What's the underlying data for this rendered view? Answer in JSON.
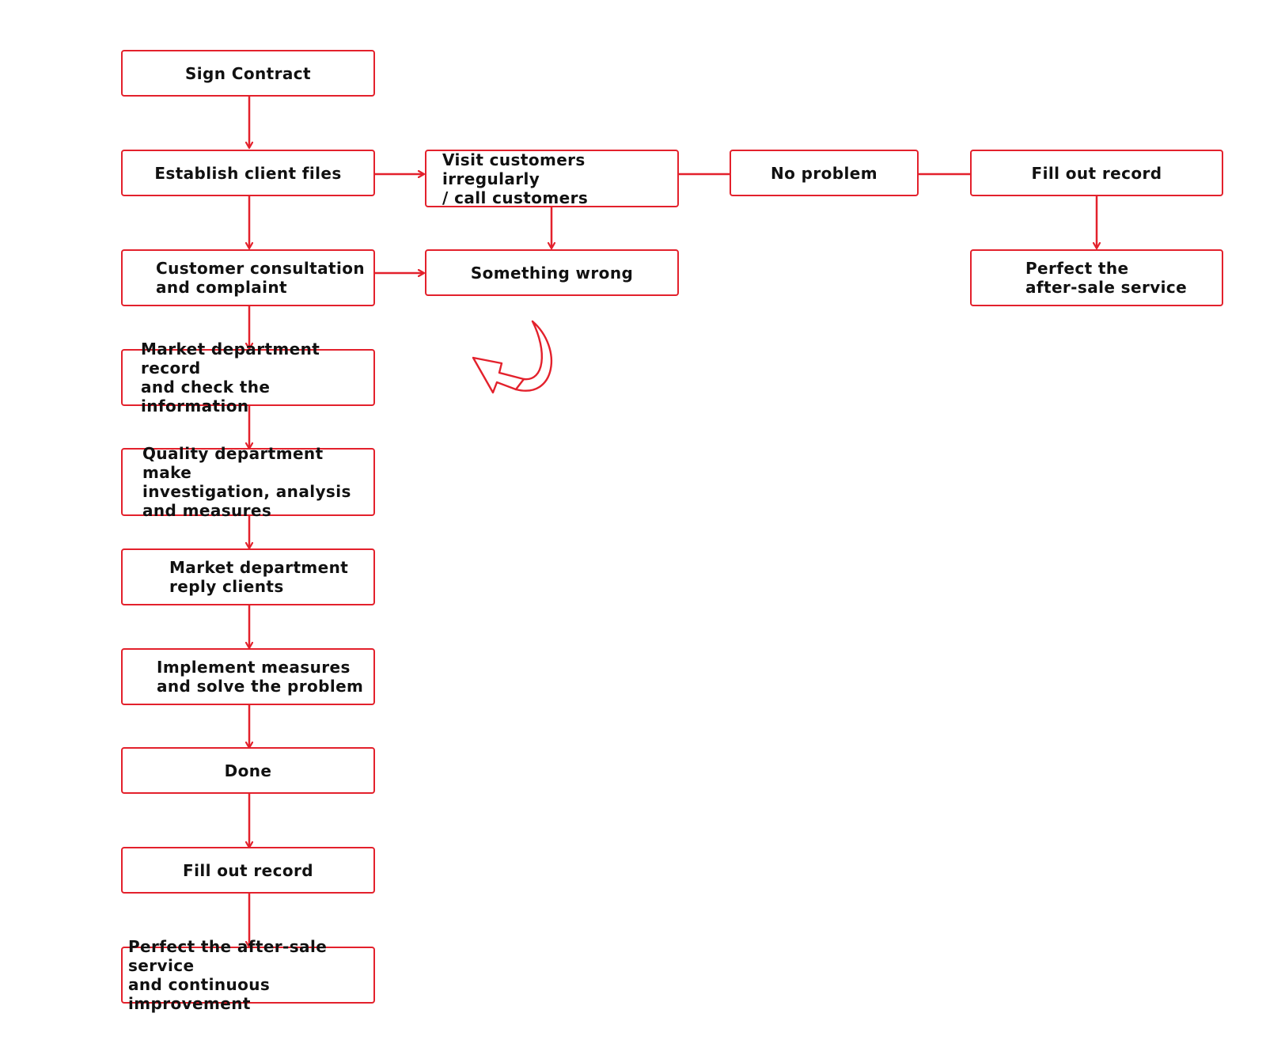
{
  "colors": {
    "accent": "#e3212c",
    "text": "#111111",
    "background": "#ffffff"
  },
  "nodes": {
    "sign_contract": "Sign Contract",
    "establish_client_files": "Establish client files",
    "customer_consultation": "Customer consultation\nand complaint",
    "market_record": "Market department record\nand check the information",
    "quality_investigation": "Quality department make\ninvestigation, analysis\nand measures",
    "market_reply": "Market department\nreply clients",
    "implement_measures": "Implement measures\nand solve the problem",
    "done": "Done",
    "fill_out_record_main": "Fill out record",
    "perfect_improvement": "Perfect the after-sale service\nand continuous improvement",
    "visit_customers": "Visit customers irregularly\n/ call customers",
    "something_wrong": "Something wrong",
    "no_problem": "No problem",
    "fill_out_record_right": "Fill out record",
    "perfect_service_right": "Perfect the\nafter-sale service"
  },
  "icons": {
    "return_arrow": "curved-return-arrow-icon"
  }
}
